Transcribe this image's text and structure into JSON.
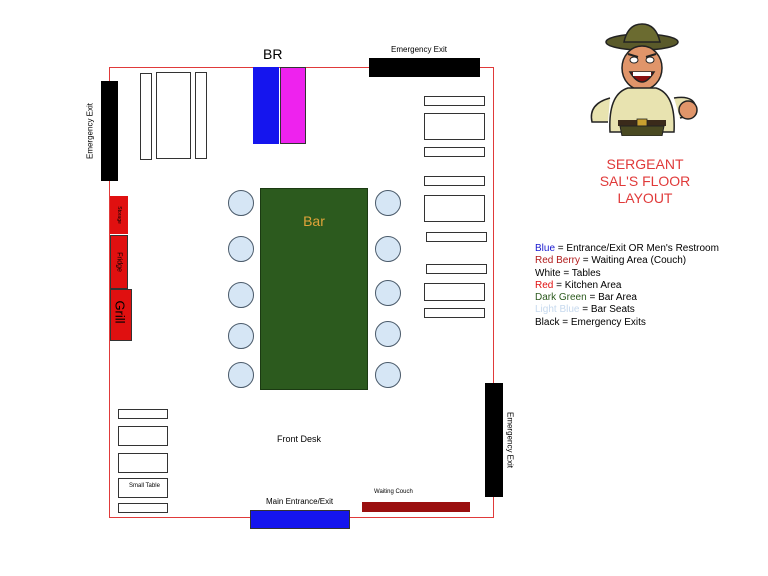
{
  "labels": {
    "br": "BR",
    "bar": "Bar",
    "front_desk": "Front Desk",
    "main_entrance": "Main Entrance/Exit",
    "waiting_couch": "Waiting Couch",
    "emergency_exit_top": "Emergency Exit",
    "emergency_exit_left": "Emergency Exit",
    "emergency_exit_right": "Emergency Exit",
    "storage": "Storage",
    "fridge": "Fridge",
    "grill": "Grill",
    "small_table": "Small Table"
  },
  "title": [
    "SERGEANT",
    "SAL'S FLOOR",
    "LAYOUT"
  ],
  "legend": [
    {
      "key": "Blue",
      "desc": " = Entrance/Exit OR Men's Restroom",
      "color": "#1a1ad0"
    },
    {
      "key": "Red Berry",
      "desc": " = Waiting Area (Couch)",
      "color": "#b01a1a"
    },
    {
      "key": "White",
      "desc": " = Tables",
      "color": "#000000"
    },
    {
      "key": "Red",
      "desc": " = Kitchen Area",
      "color": "#e01010"
    },
    {
      "key": "Dark Green",
      "desc": " = Bar Area",
      "color": "#2c5a1e"
    },
    {
      "key": "Light Blue",
      "desc": " = Bar Seats",
      "color": "#c6d9ee"
    },
    {
      "key": "Black",
      "desc": " = Emergency Exits",
      "color": "#000000"
    }
  ],
  "colors": {
    "floor_border": "#e03a3a",
    "blue": "#1515ee",
    "magenta": "#ee22ee",
    "kitchen": "#e01010",
    "bar_green": "#2c5a1e",
    "bar_seat": "#d6e6f5",
    "couch": "#9a0f0f",
    "exit": "#000000"
  }
}
